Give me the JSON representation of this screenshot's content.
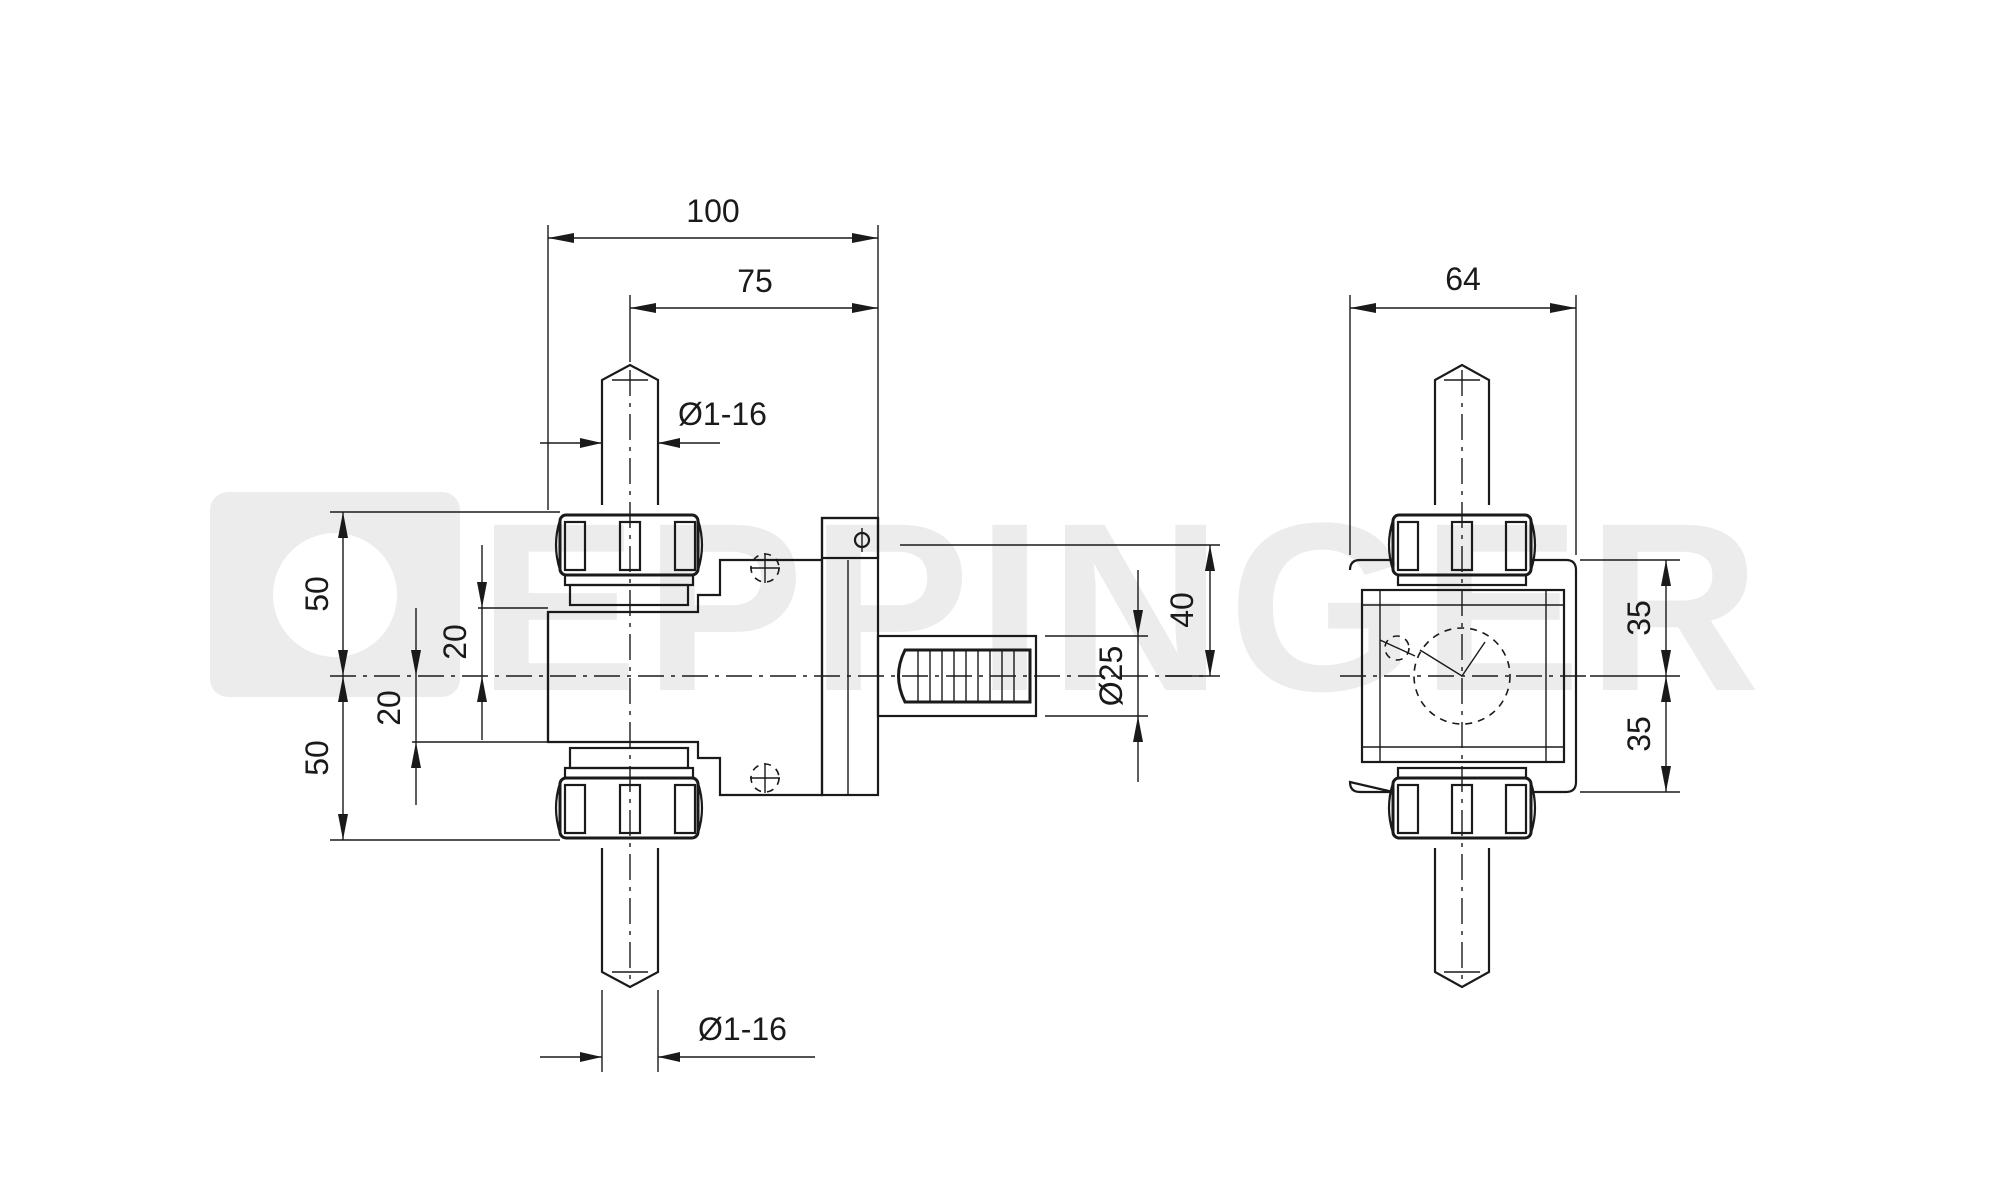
{
  "watermark": {
    "text": "EPPINGER",
    "color": "#ececec"
  },
  "colors": {
    "line": "#1a1a1a",
    "background": "#ffffff"
  },
  "side_view": {
    "dim_overall_length": "100",
    "dim_spindle_offset": "75",
    "dim_tool_dia_top": "Ø1-16",
    "dim_tool_dia_bottom": "Ø1-16",
    "dim_upper_height": "50",
    "dim_lower_height": "50",
    "dim_upper_body": "20",
    "dim_lower_body": "20",
    "dim_shank_dia": "Ø25",
    "dim_shank_height": "40"
  },
  "front_view": {
    "dim_width": "64",
    "dim_upper_half": "35",
    "dim_lower_half": "35"
  }
}
